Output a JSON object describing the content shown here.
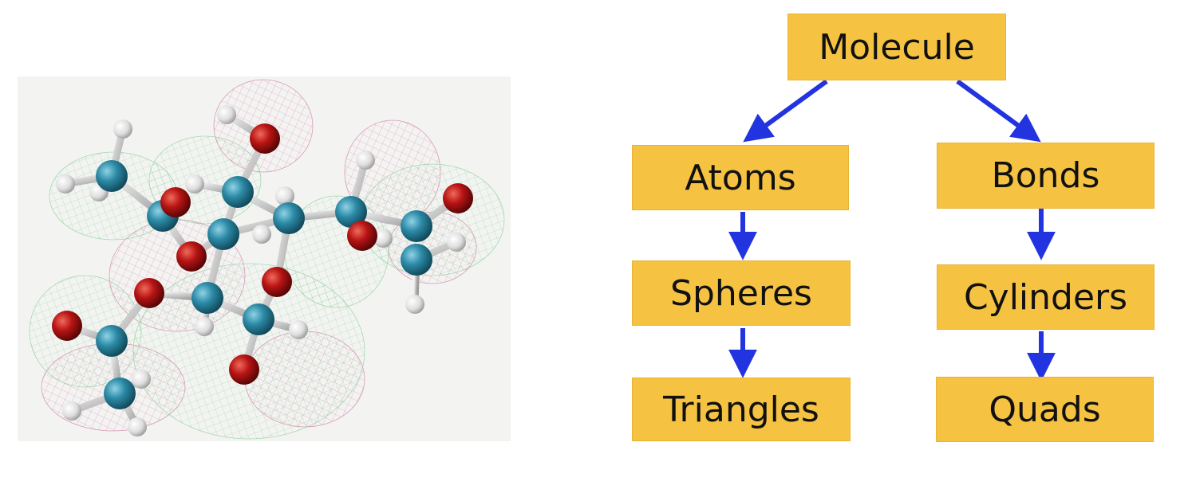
{
  "image": {
    "name": "molecule-ball-and-stick-render"
  },
  "colors": {
    "node_fill": "#f5c242",
    "arrow": "#2233e0",
    "carbon": "#2c8aa6",
    "oxygen": "#b81414",
    "hydrogen": "#e8e8e8",
    "mesh_pink": "#d27aa8",
    "mesh_green": "#8ccf98"
  },
  "tree": {
    "root": "Molecule",
    "left": {
      "label": "Atoms",
      "children": [
        "Spheres",
        "Triangles"
      ]
    },
    "right": {
      "label": "Bonds",
      "children": [
        "Cylinders",
        "Quads"
      ]
    }
  }
}
